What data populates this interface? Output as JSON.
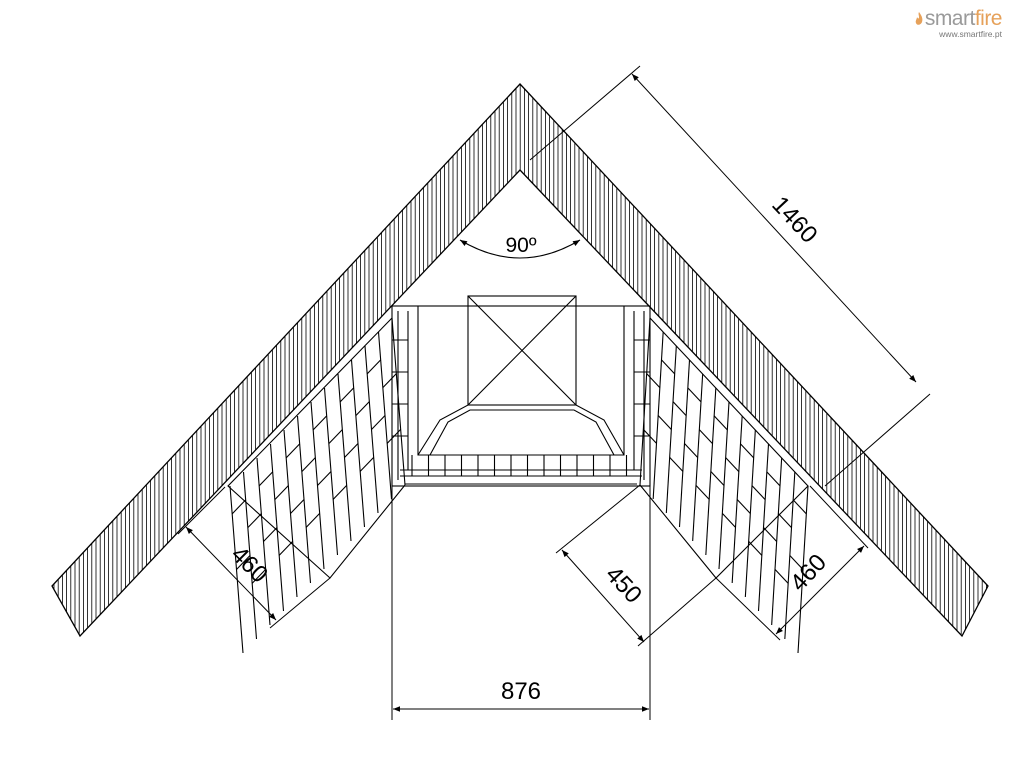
{
  "brand": {
    "name_main": "smart",
    "name_accent": "fire",
    "url": "www.smartfire.pt",
    "accent_color": "#e6a15a",
    "icon": "flame-icon"
  },
  "drawing": {
    "angle_label": "90º",
    "dimensions": {
      "wall_length": "1460",
      "left_depth": "460",
      "right_depth": "460",
      "side_depth": "450",
      "front_width": "876"
    },
    "line_color": "#000000"
  }
}
